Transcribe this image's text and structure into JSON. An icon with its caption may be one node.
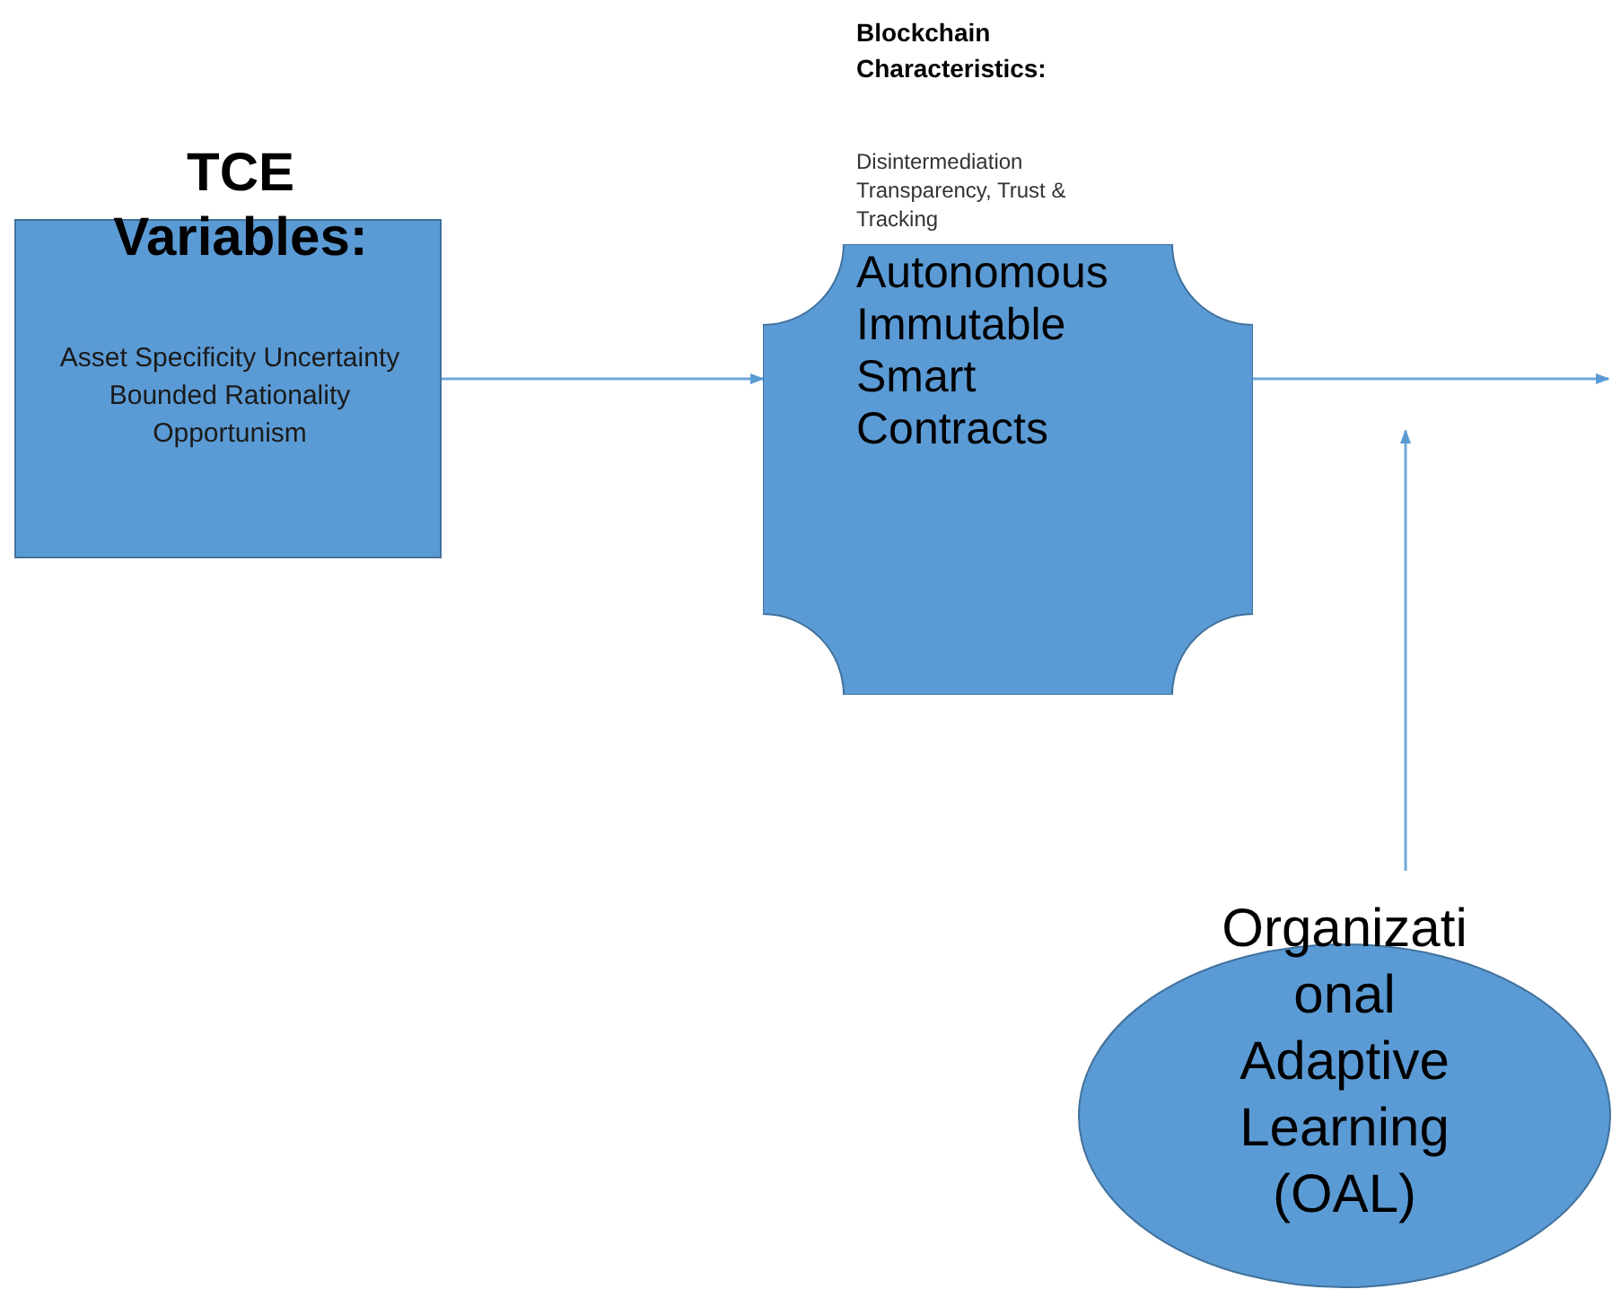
{
  "diagram": {
    "nodes": [
      {
        "text": [
          "TCE Variables:",
          "Asset Specificity Uncertainty Bounded Rationality Opportunism"
        ]
      },
      {
        "text": [
          "Blockchain Characteristics:",
          "Disintermediation Transparency, Trust & Tracking",
          "Autonomous Immutable Smart Contracts"
        ]
      },
      {
        "text": [
          "Organizational Adaptive Learning (OAL)"
        ]
      }
    ],
    "edges": [
      {
        "from": 0,
        "to": 1,
        "arrow": "to"
      },
      {
        "from": 1,
        "to": null,
        "arrow": "to"
      },
      {
        "from": 2,
        "to": null,
        "arrow": "to"
      }
    ]
  }
}
